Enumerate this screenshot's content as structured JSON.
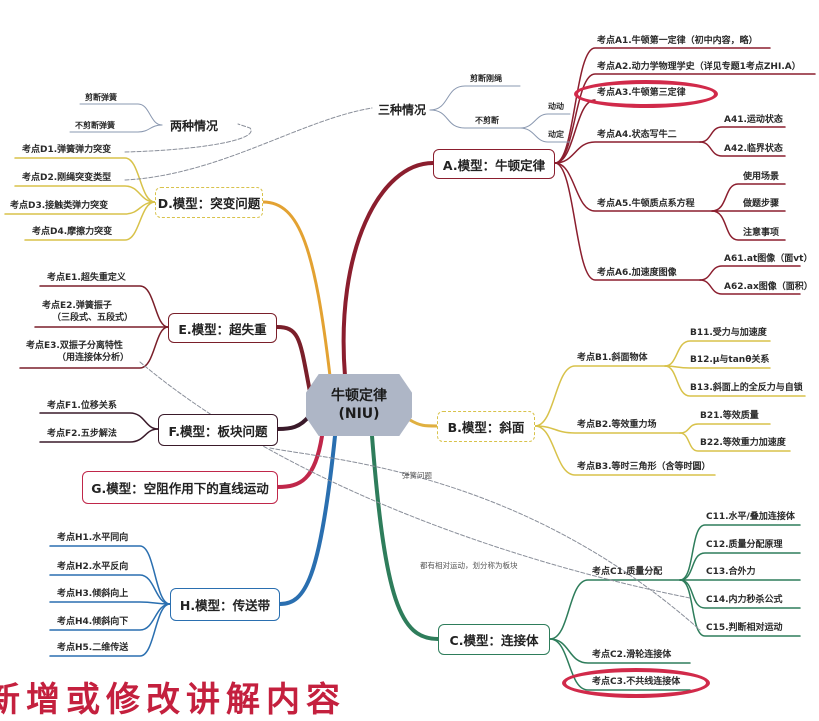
{
  "center": {
    "title": "牛顿定律",
    "subtitle": "(NIU)"
  },
  "colors": {
    "A": "#8b1e2e",
    "B": "#d8c24a",
    "C": "#2e7d5b",
    "D": "#e3a232",
    "E": "#7a1f2a",
    "F": "#3a1a2a",
    "G": "#c0274a",
    "H": "#2a6fb0",
    "highlight": "#d12a4a"
  },
  "A": {
    "label": "A.模型：牛顿定律",
    "items": [
      "考点A1.牛顿第一定律（初中内容，略）",
      "考点A2.动力学物理学史（详见专题1考点ZHI.A）",
      "考点A3.牛顿第三定律",
      "考点A4.状态写牛二",
      "考点A5.牛顿质点系方程",
      "考点A6.加速度图像"
    ],
    "a4": [
      "A41.运动状态",
      "A42.临界状态"
    ],
    "a5": [
      "使用场景",
      "做题步骤",
      "注意事项"
    ],
    "a6": [
      "A61.at图像（面vt）",
      "A62.ax图像（面积）"
    ],
    "three_cases": {
      "label": "三种情况",
      "items": [
        "剪断刚绳",
        "不剪断"
      ],
      "sub": [
        "动动",
        "动定"
      ]
    }
  },
  "B": {
    "label": "B.模型：斜面",
    "items": [
      "考点B1.斜面物体",
      "考点B2.等效重力场",
      "考点B3.等时三角形（含等时圆）"
    ],
    "b1": [
      "B11.受力与加速度",
      "B12.μ与tanθ关系",
      "B13.斜面上的全反力与自锁"
    ],
    "b2": [
      "B21.等效质量",
      "B22.等效重力加速度"
    ]
  },
  "C": {
    "label": "C.模型：连接体",
    "items": [
      "考点C1.质量分配",
      "考点C2.滑轮连接体",
      "考点C3.不共线连接体"
    ],
    "c1": [
      "C11.水平/叠加连接体",
      "C12.质量分配原理",
      "C13.合外力",
      "C14.内力秒杀公式",
      "C15.判断相对运动"
    ]
  },
  "D": {
    "label": "D.模型：突变问题",
    "items": [
      "考点D1.弹簧弹力突变",
      "考点D2.刚绳突变类型",
      "考点D3.接触类弹力突变",
      "考点D4.摩擦力突变"
    ],
    "two_cases": {
      "label": "两种情况",
      "items": [
        "剪断弹簧",
        "不剪断弹簧"
      ]
    }
  },
  "E": {
    "label": "E.模型：超失重",
    "items": [
      "考点E1.超失重定义",
      "考点E2.弹簧振子",
      "（三段式、五段式）",
      "考点E3.双振子分离特性",
      "（用连接体分析）"
    ]
  },
  "F": {
    "label": "F.模型：板块问题",
    "items": [
      "考点F1.位移关系",
      "考点F2.五步解法"
    ]
  },
  "G": {
    "label": "G.模型：空阻作用下的直线运动"
  },
  "H": {
    "label": "H.模型：传送带",
    "items": [
      "考点H1.水平同向",
      "考点H2.水平反向",
      "考点H3.倾斜向上",
      "考点H4.倾斜向下",
      "考点H5.二维传送"
    ]
  },
  "notes": {
    "spring": "弹簧问题",
    "relative": "都有相对运动，划分称为板块"
  },
  "banner": "新增或修改讲解内容"
}
